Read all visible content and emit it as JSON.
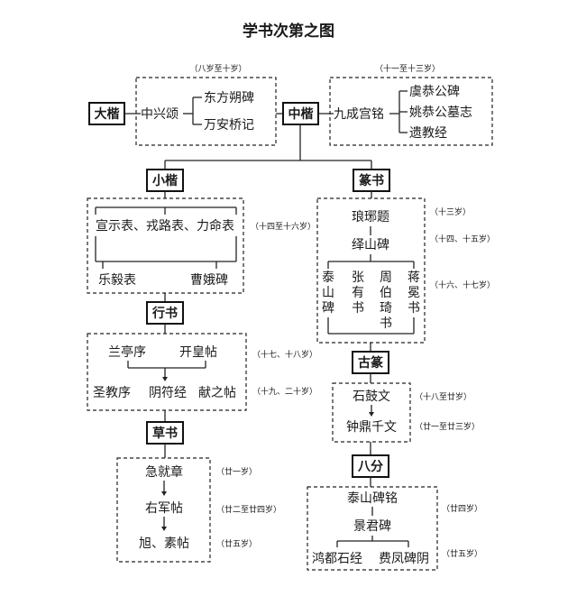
{
  "title": "学书次第之图",
  "ages": {
    "daikai": "（八岁至十岁）",
    "zhongkai": "（十一至十三岁）",
    "xiaokai": "（十四至十六岁）",
    "zhuan1": "（十三岁）",
    "zhuan2": "（十四、十五岁）",
    "zhuan3": "（十六、十七岁）",
    "xing1": "（十七、十八岁）",
    "xing2": "（十九、二十岁）",
    "guzhuan1": "（十八至廿岁）",
    "guzhuan2": "（廿一至廿三岁）",
    "cao1": "（廿一岁）",
    "cao2": "（廿二至廿四岁）",
    "cao3": "（廿五岁）",
    "bafen1": "（廿四岁）",
    "bafen2": "（廿五岁）"
  },
  "stages": {
    "daikai": "大楷",
    "zhongkai": "中楷",
    "xiaokai": "小楷",
    "zhuanshu": "篆书",
    "xingshu": "行书",
    "guzhuan": "古篆",
    "caoshu": "草书",
    "bafen": "八分"
  },
  "works": {
    "zhongxingsong": "中兴颂",
    "dongfang": "东方朔碑",
    "wanan": "万安桥记",
    "jiucheng": "九成宫铭",
    "yugong": "虞恭公碑",
    "yaogong": "姚恭公墓志",
    "yijiao": "遗教经",
    "xuanshi": "宣示表、戎路表、力命表",
    "leyi": "乐毅表",
    "cao_e": "曹娥碑",
    "langya": "琅琊题",
    "yishan": "绎山碑",
    "taishan_v": "泰山碑",
    "zhang_v": "张有书",
    "zhou_v": "周伯琦书",
    "jiang_v": "蒋冕书",
    "lanting": "兰亭序",
    "kaihuang": "开皇帖",
    "shengjiao": "圣教序",
    "yinfu": "阴符经",
    "xianzhi": "献之帖",
    "shigu": "石鼓文",
    "zhongding": "钟鼎千文",
    "jijiu": "急就章",
    "youjun": "右军帖",
    "xusu": "旭、素帖",
    "taishanming": "泰山碑铭",
    "jingjun": "景君碑",
    "hongdu": "鸿都石经",
    "feifeng": "费凤碑阴"
  }
}
